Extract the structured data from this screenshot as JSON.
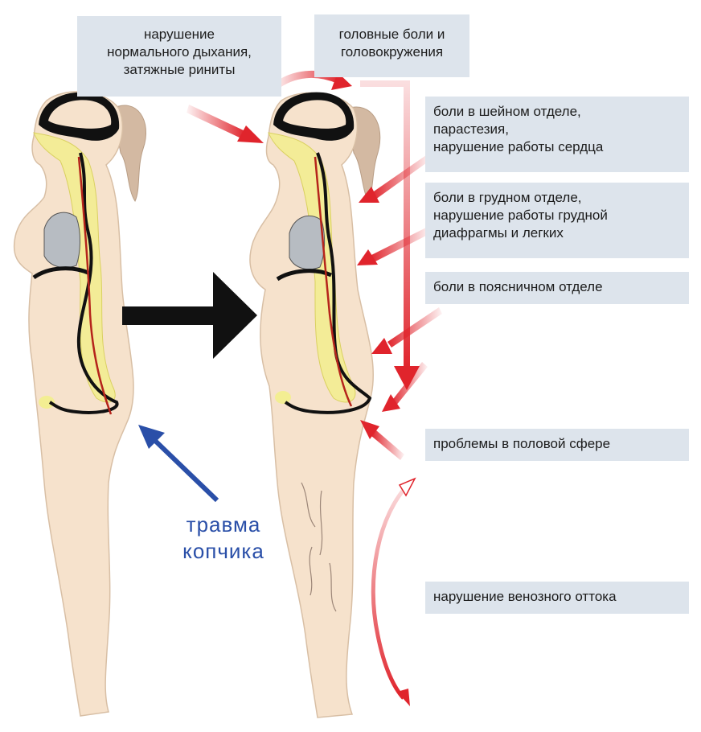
{
  "labels": {
    "breathing": [
      "нарушение",
      "нормального дыхания,",
      "затяжные риниты"
    ],
    "headache": [
      "головные боли и",
      "головокружения"
    ],
    "cervical": [
      "боли в шейном отделе,",
      "парастезия,",
      "нарушение работы сердца"
    ],
    "thoracic": [
      "боли в грудном отделе,",
      "нарушение работы грудной",
      "диафрагмы и легких"
    ],
    "lumbar": [
      "боли в поясничном отделе"
    ],
    "pelvic": [
      "проблемы в половой сфере"
    ],
    "venous": [
      "нарушение венозного оттока"
    ]
  },
  "trauma": [
    "травма",
    "копчика"
  ],
  "colors": {
    "box": "#dde4ec",
    "skin": "#f6e2cc",
    "nerve_yellow": "#f3ee92",
    "spine": "#111111",
    "artery": "#b5241b",
    "arrow_red": "#e0242c",
    "arrow_blue": "#2a4fa8",
    "arrow_black": "#111111"
  },
  "icons": {
    "transition": "black-right-arrow",
    "trauma": "blue-diagonal-arrow",
    "symptom": "red-arrow"
  }
}
